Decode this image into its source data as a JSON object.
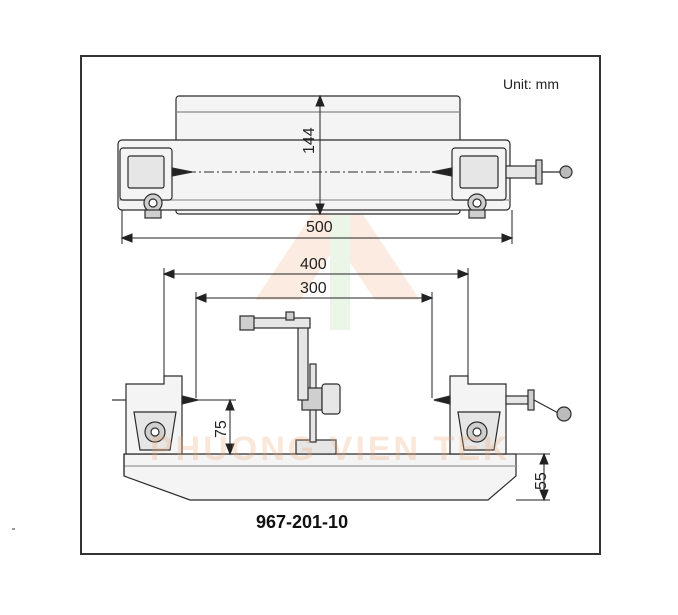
{
  "diagram": {
    "unit_label": "Unit: mm",
    "model_number": "967-201-10",
    "watermark_text": "PHUONG VIEN TEK",
    "dimensions": {
      "height_top": "144",
      "length_overall": "500",
      "span_outer": "400",
      "span_inner": "300",
      "center_height": "75",
      "base_height": "55"
    },
    "colors": {
      "line": "#2b2b2b",
      "body_fill": "#f4f4f4",
      "shade": "#cfcfcf",
      "watermark": "#f0a878"
    },
    "icons": [
      "knob-icon",
      "lever-icon",
      "dial-indicator-icon"
    ]
  }
}
